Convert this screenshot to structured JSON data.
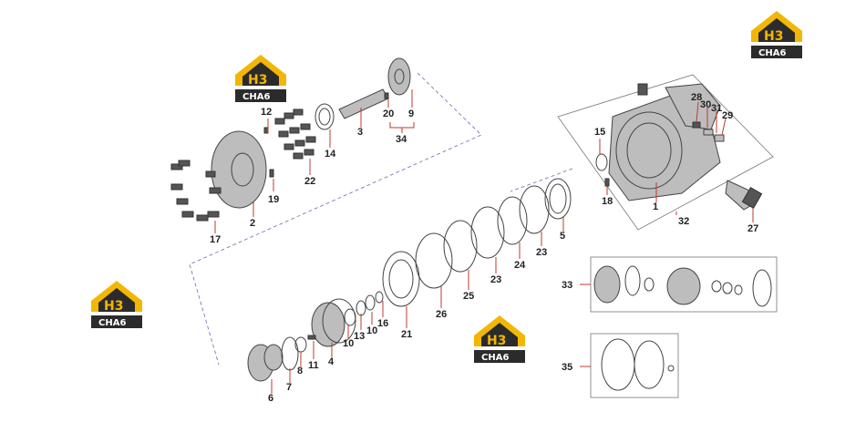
{
  "logo": {
    "top_text": "H3",
    "bottom_text": "CHA6",
    "yellow": "#f2b705",
    "dark": "#2b2b2b"
  },
  "labels": [
    "1",
    "2",
    "3",
    "4",
    "5",
    "6",
    "7",
    "8",
    "9",
    "10",
    "10",
    "11",
    "12",
    "13",
    "14",
    "15",
    "16",
    "17",
    "18",
    "19",
    "20",
    "21",
    "22",
    "23",
    "23",
    "24",
    "25",
    "26",
    "27",
    "28",
    "29",
    "30",
    "31",
    "32",
    "33",
    "34",
    "35"
  ]
}
